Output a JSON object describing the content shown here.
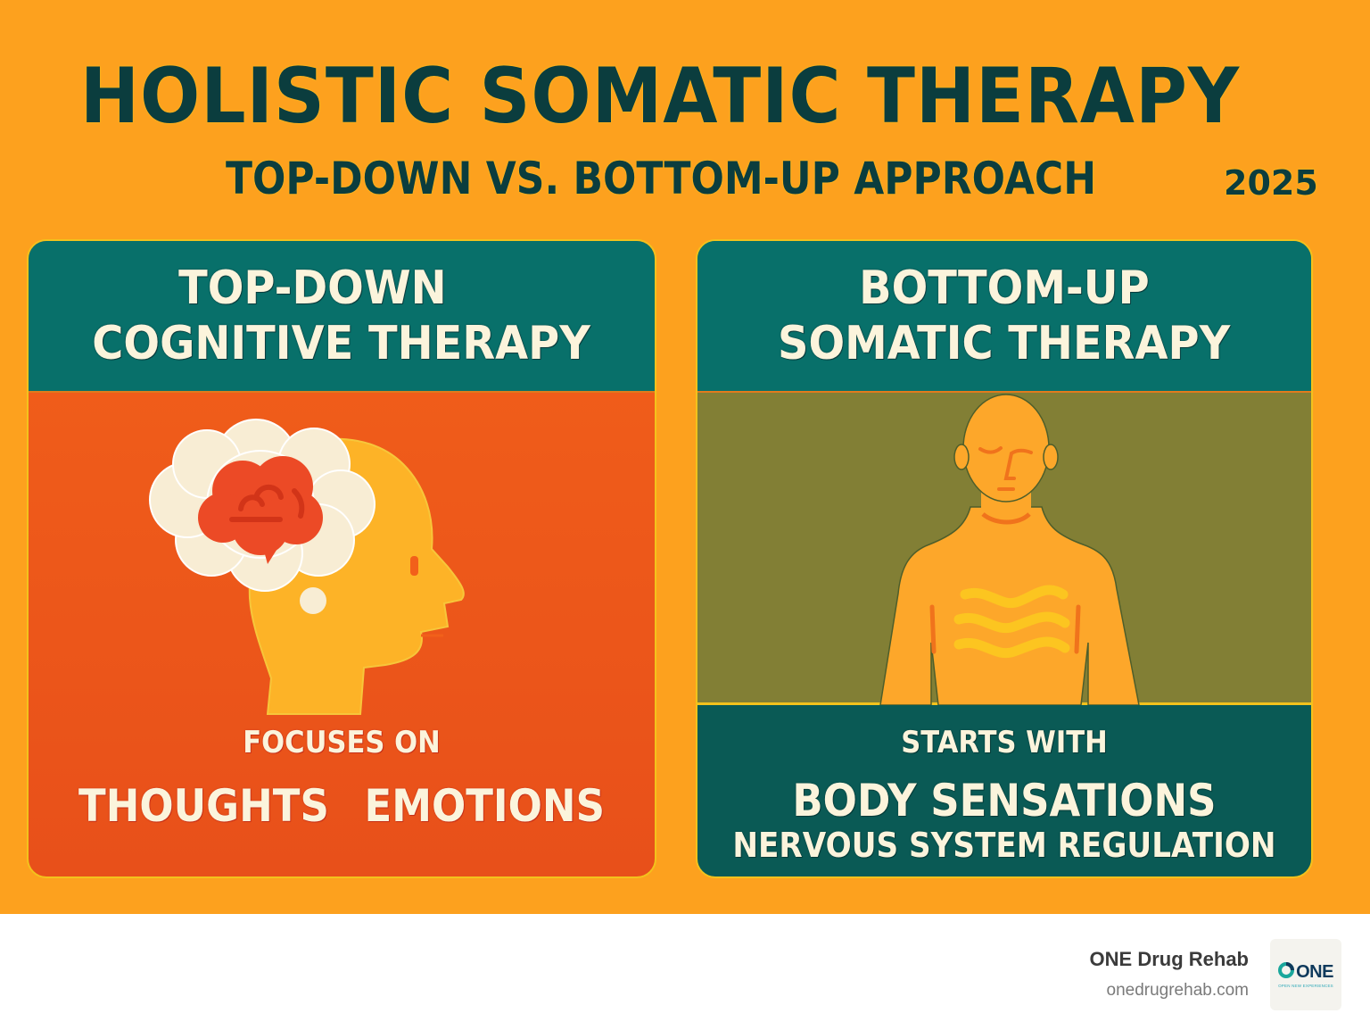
{
  "header": {
    "title": "HOLISTIC SOMATIC THERAPY",
    "subtitle": "TOP-DOWN VS. BOTTOM-UP APPROACH",
    "year": "2025"
  },
  "panels": [
    {
      "id": "top-down",
      "heading_lines": [
        "TOP-DOWN",
        "COGNITIVE THERAPY"
      ],
      "illustration": "head-with-thought-bubble-brain-icon",
      "caption_intro": "FOCUSES ON",
      "caption_items": [
        "THOUGHTS",
        "EMOTIONS"
      ],
      "colors": {
        "header": "#08706a",
        "body": "#f2601a"
      }
    },
    {
      "id": "bottom-up",
      "heading_lines": [
        "BOTTOM-UP",
        "SOMATIC THERAPY"
      ],
      "illustration": "body-with-breath-waves-icon",
      "caption_intro": "STARTS WITH",
      "caption_main": "BODY SENSATIONS",
      "caption_sub": "NERVOUS SYSTEM REGULATION",
      "colors": {
        "header": "#08706a",
        "illustration_bg": "#827f35",
        "body": "#0a5a55"
      }
    }
  ],
  "footer": {
    "brand_name": "ONE Drug Rehab",
    "brand_url": "onedrugrehab.com",
    "logo_text": "ONE",
    "logo_tagline": "OPEN NEW EXPERIENCES"
  },
  "colors": {
    "background": "#fda11e",
    "title_text": "#0b3d3e",
    "panel_text": "#fbf4dc"
  }
}
